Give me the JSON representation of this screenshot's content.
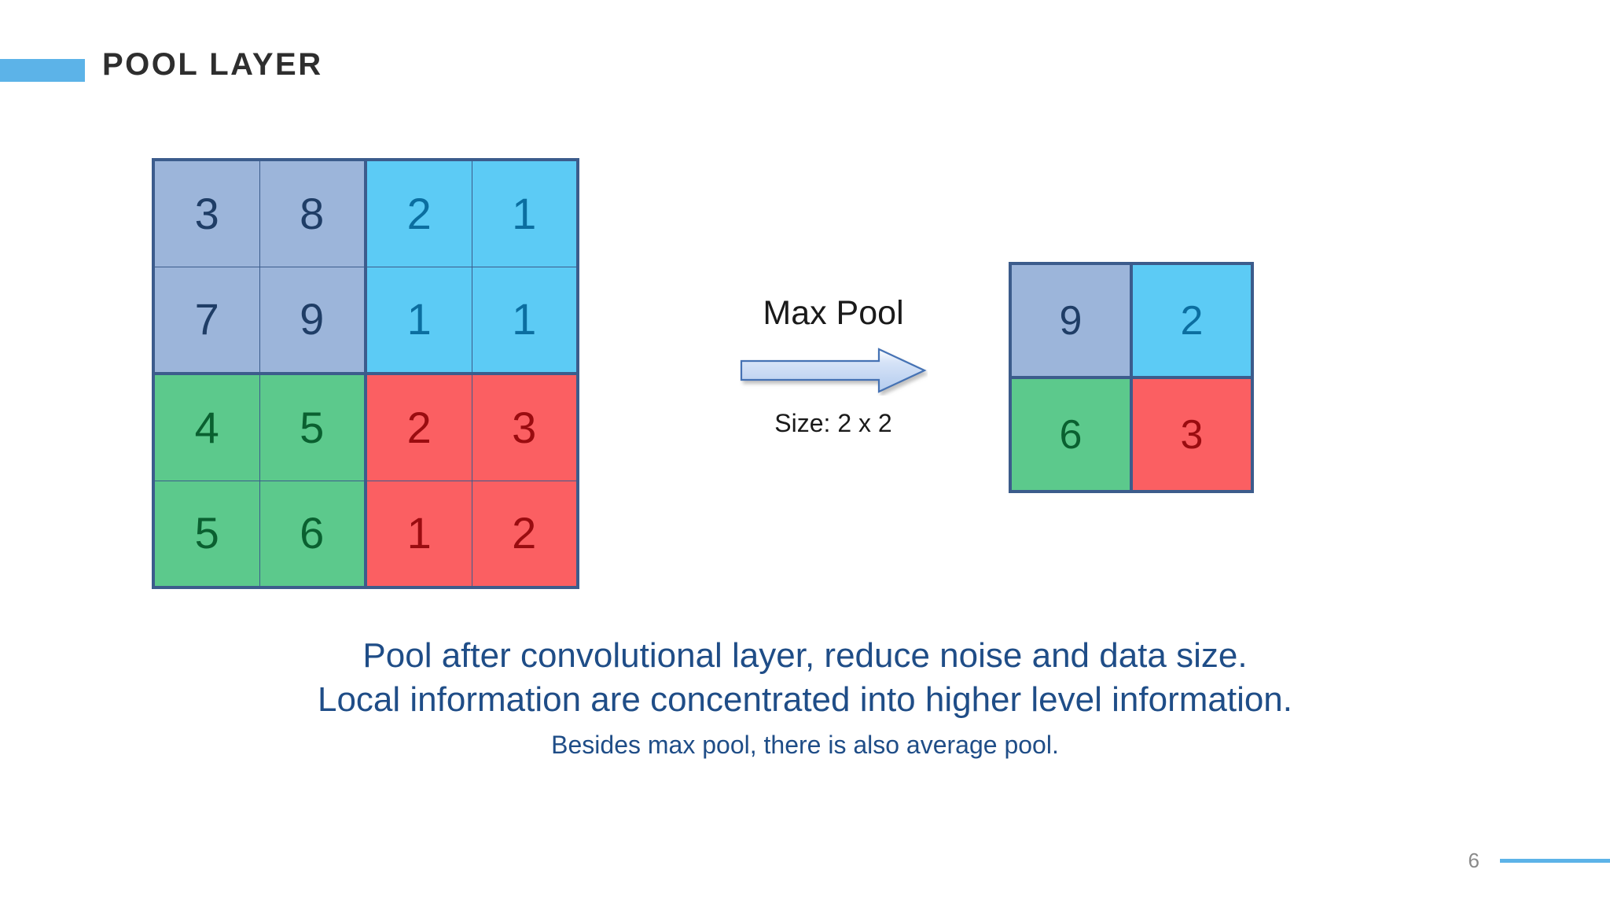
{
  "slide": {
    "title": "POOL LAYER",
    "page_number": "6",
    "accent_color": "#5cb3e8",
    "caption_color": "#1f4d87",
    "grid_border_color": "#3c5c8c"
  },
  "input_grid": {
    "rows": 4,
    "cols": 4,
    "values": [
      [
        "3",
        "8",
        "2",
        "1"
      ],
      [
        "7",
        "9",
        "1",
        "1"
      ],
      [
        "4",
        "5",
        "2",
        "3"
      ],
      [
        "5",
        "6",
        "1",
        "2"
      ]
    ],
    "quadrants": [
      {
        "name": "top-left",
        "fill": "#9cb5da",
        "text": "#1f3d66",
        "values": [
          "3",
          "8",
          "7",
          "9"
        ]
      },
      {
        "name": "top-right",
        "fill": "#5ccbf5",
        "text": "#0b6ea0",
        "values": [
          "2",
          "1",
          "1",
          "1"
        ]
      },
      {
        "name": "bottom-left",
        "fill": "#5cc98c",
        "text": "#0a6030",
        "values": [
          "4",
          "5",
          "5",
          "6"
        ]
      },
      {
        "name": "bottom-right",
        "fill": "#fb5f62",
        "text": "#9a0c10",
        "values": [
          "2",
          "3",
          "1",
          "2"
        ]
      }
    ]
  },
  "operation": {
    "title": "Max Pool",
    "subtitle": "Size: 2 x 2",
    "arrow_icon": "right-arrow-icon",
    "arrow_fill": "#c3d6f2",
    "arrow_stroke": "#4472b4"
  },
  "output_grid": {
    "rows": 2,
    "cols": 2,
    "cells": [
      {
        "value": "9",
        "fill": "#9cb5da",
        "text": "#1f3d66"
      },
      {
        "value": "2",
        "fill": "#5ccbf5",
        "text": "#0b6ea0"
      },
      {
        "value": "6",
        "fill": "#5cc98c",
        "text": "#0a6030"
      },
      {
        "value": "3",
        "fill": "#fb5f62",
        "text": "#9a0c10"
      }
    ]
  },
  "caption": {
    "line1": "Pool after convolutional layer, reduce noise and data size.",
    "line2": "Local information are concentrated into higher level information.",
    "line3": "Besides max pool, there is also average pool."
  }
}
